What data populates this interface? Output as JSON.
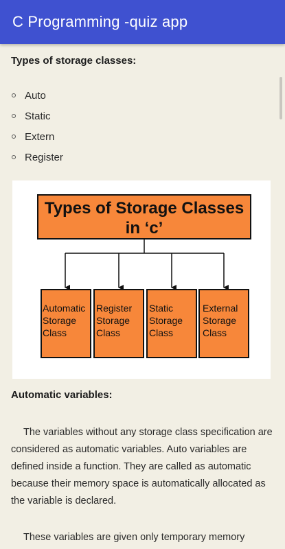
{
  "app_bar": {
    "title": "C Programming -quiz app"
  },
  "section1": {
    "heading": "Types of storage classes:",
    "items": [
      "Auto",
      "Static",
      "Extern",
      "Register"
    ]
  },
  "diagram": {
    "title_line1": "Types of Storage Classes",
    "title_line2": "in ‘c’",
    "boxes": [
      [
        "Automatic",
        "Storage",
        "Class"
      ],
      [
        "Register",
        "Storage",
        "Class"
      ],
      [
        "Static",
        "Storage",
        "Class"
      ],
      [
        "External",
        "Storage",
        "Class"
      ]
    ],
    "box_color": "#f7873a"
  },
  "section2": {
    "heading": "Automatic variables:",
    "para1": "The variables without any storage class specification are considered as automatic variables. Auto variables are defined inside a function. They are called as automatic because their memory space is automatically allocated as the variable is declared.",
    "para2": "These variables are given only temporary memory"
  }
}
